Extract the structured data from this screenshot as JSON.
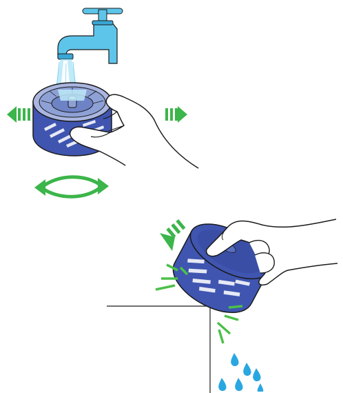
{
  "figure": {
    "colors": {
      "tap": "#5ec5ea",
      "tap_dark": "#3aa6d4",
      "water": "#bde9f8",
      "water_bright": "#ffffff",
      "filter_body": "#3f55b0",
      "filter_dark": "#2a3a86",
      "filter_top": "#8ea1d6",
      "filter_top_inner": "#6e82c6",
      "filter_rim": "#a9b6e0",
      "filter_slots": "#e6e9f5",
      "arrow_green": "#3cb54a",
      "tap_motion_green": "#4cc04a",
      "drop_blue": "#2aa7e0",
      "outline": "#1a1a1a",
      "hand_fill": "#ffffff"
    },
    "steps": [
      {
        "name": "rinse-under-tap",
        "icons": [
          "tap-icon",
          "filter-icon",
          "hand-icon",
          "shake-left-arrow-icon",
          "shake-right-arrow-icon",
          "rotate-arrow-icon"
        ]
      },
      {
        "name": "tap-on-edge",
        "icons": [
          "filter-icon",
          "hand-icon",
          "tap-motion-arrow-icon",
          "impact-lines-icon",
          "water-drops-icon",
          "table-edge"
        ]
      }
    ]
  }
}
